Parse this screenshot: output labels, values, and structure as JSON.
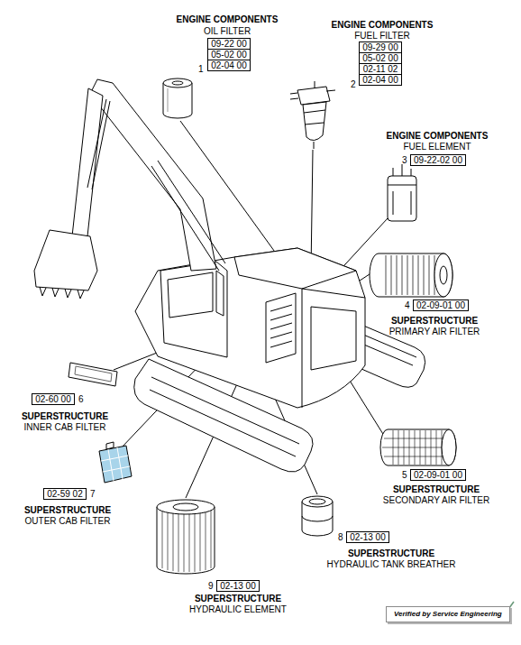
{
  "diagram": {
    "nodes": [
      {
        "text": [
          "09-22 00"
        ]
      },
      {
        "text": [
          "05-02 00"
        ]
      },
      {
        "text": [
          "02-04 00"
        ]
      },
      {
        "text": [
          "09-29 00"
        ]
      },
      {
        "text": [
          "05-02 00"
        ]
      },
      {
        "text": [
          "02-11 02"
        ]
      },
      {
        "text": [
          "02-04 00"
        ]
      },
      {
        "text": [
          "09-22-02 00"
        ]
      },
      {
        "text": [
          "02-09-01 00"
        ]
      },
      {
        "text": [
          "02-60 00"
        ]
      },
      {
        "text": [
          "02-59 02"
        ]
      },
      {
        "text": [
          "02-09-01 00"
        ]
      },
      {
        "text": [
          "02-13 00"
        ]
      },
      {
        "text": [
          "02-13 00"
        ]
      },
      {
        "text": [
          "Verified by Service Engineering"
        ]
      }
    ],
    "labels": [
      "ENGINE COMPONENTS",
      "OIL FILTER",
      "1",
      "ENGINE COMPONENTS",
      "FUEL FILTER",
      "2",
      "ENGINE COMPONENTS",
      "FUEL ELEMENT",
      "3",
      "4",
      "SUPERSTRUCTURE",
      "PRIMARY AIR FILTER",
      "6",
      "SUPERSTRUCTURE",
      "INNER CAB FILTER",
      "7",
      "SUPERSTRUCTURE",
      "OUTER CAB FILTER",
      "5",
      "SUPERSTRUCTURE",
      "SECONDARY AIR FILTER",
      "8",
      "SUPERSTRUCTURE",
      "HYDRAULIC TANK BREATHER",
      "9",
      "SUPERSTRUCTURE",
      "HYDRAULIC ELEMENT"
    ]
  }
}
